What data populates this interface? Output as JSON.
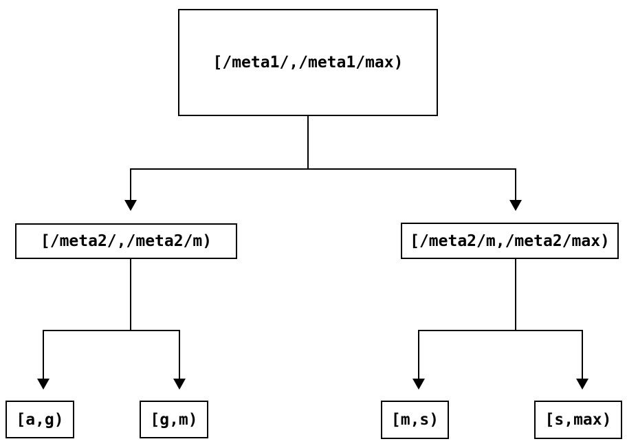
{
  "diagram": {
    "type": "tree",
    "background_color": "#ffffff",
    "line_color": "#000000",
    "text_color": "#000000",
    "nodes": {
      "root": {
        "label": "[/meta1/,/meta1/max)"
      },
      "left": {
        "label": "[/meta2/,/meta2/m)"
      },
      "right": {
        "label": "[/meta2/m,/meta2/max)"
      },
      "left_child_1": {
        "label": "[a,g)"
      },
      "left_child_2": {
        "label": "[g,m)"
      },
      "right_child_1": {
        "label": "[m,s)"
      },
      "right_child_2": {
        "label": "[s,max)"
      }
    },
    "edges": [
      {
        "from": "root",
        "to": "left"
      },
      {
        "from": "root",
        "to": "right"
      },
      {
        "from": "left",
        "to": "left_child_1"
      },
      {
        "from": "left",
        "to": "left_child_2"
      },
      {
        "from": "right",
        "to": "right_child_1"
      },
      {
        "from": "right",
        "to": "right_child_2"
      }
    ]
  }
}
